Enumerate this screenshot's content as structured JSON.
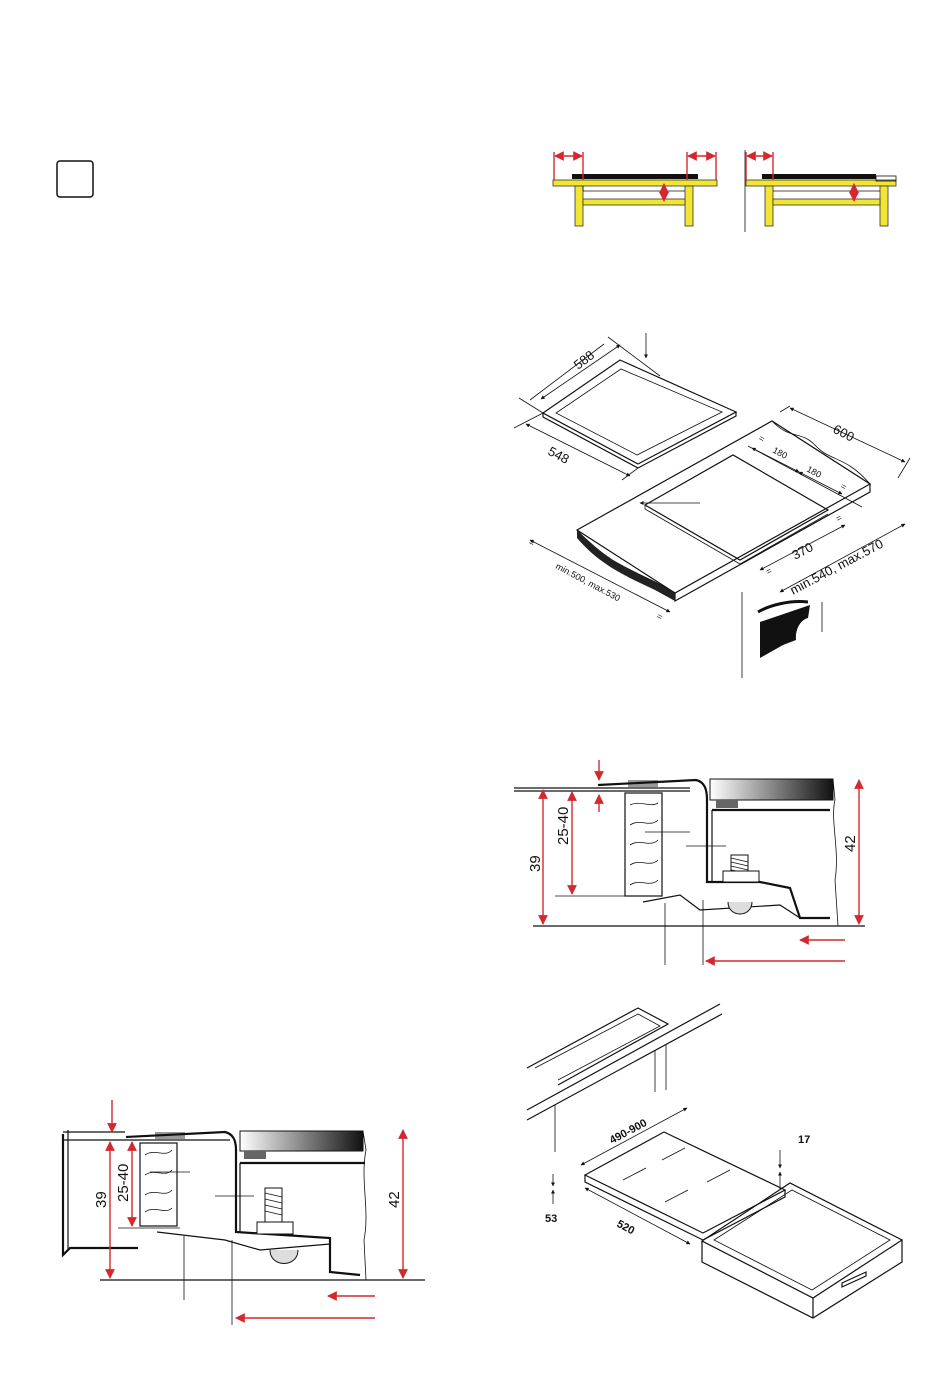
{
  "colors": {
    "accent_arrow": "#d4282f",
    "frame_yellow": "#f2e632",
    "line": "#111111"
  },
  "cutout": {
    "d588": "588",
    "d548": "548",
    "d600": "600",
    "d180a": "180",
    "d180b": "180",
    "d370": "370",
    "dmin540": "min.540, max.570",
    "dmin500": "min.500, max.530"
  },
  "section_right": {
    "d39": "39",
    "d2540": "25-40",
    "d42": "42"
  },
  "section_left": {
    "d39": "39",
    "d2540": "25-40",
    "d42": "42"
  },
  "drawer": {
    "d490": "490-900",
    "d17": "17",
    "d53": "53",
    "d520": "520"
  }
}
